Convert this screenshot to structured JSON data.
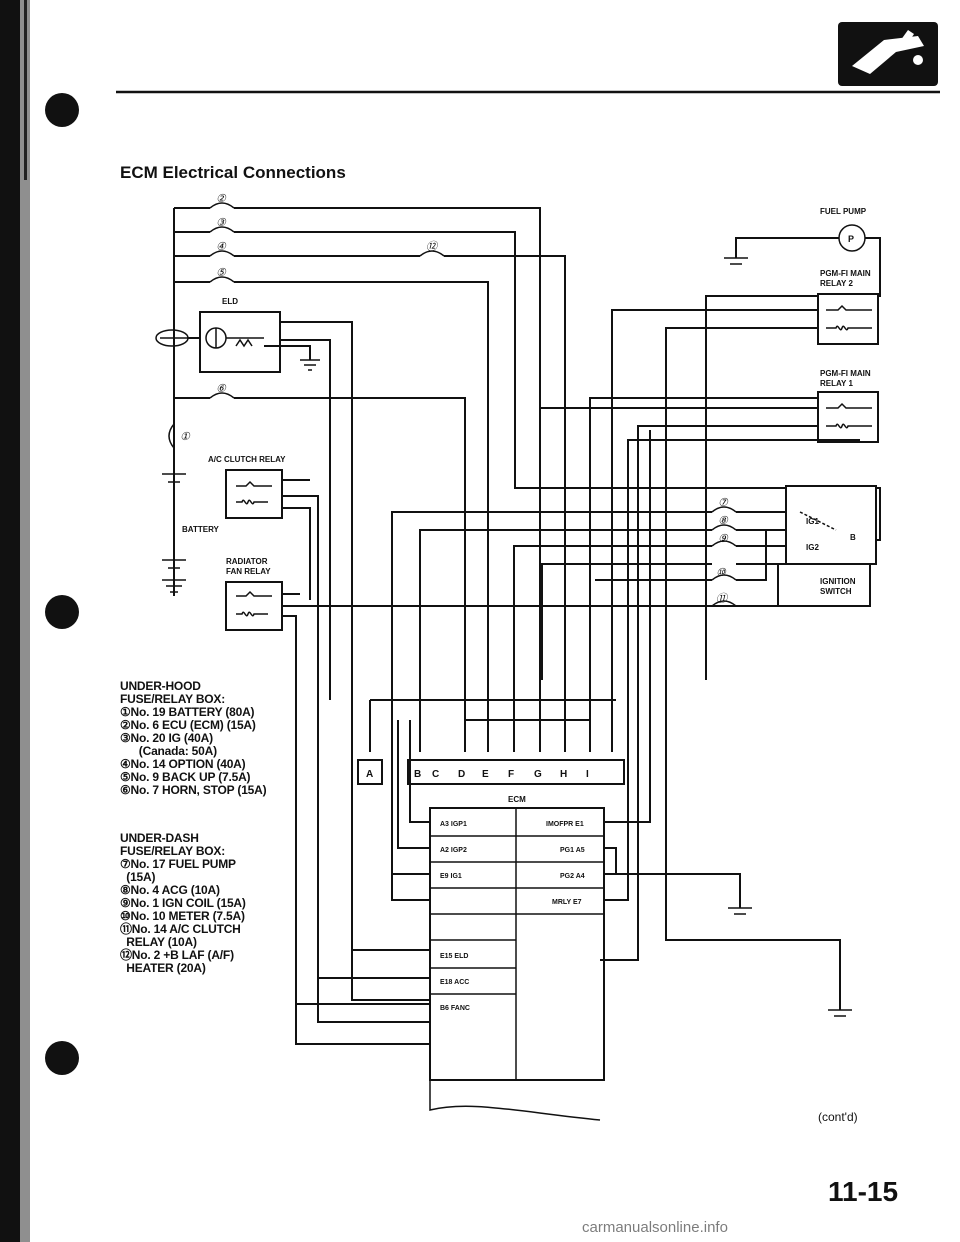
{
  "title": "ECM Electrical Connections",
  "page_number": "11-15",
  "contd": "(cont'd)",
  "watermark": "carmanualsonline.info",
  "components": {
    "fuel_pump": "FUEL PUMP",
    "fuel_pump_symbol": "P",
    "pgmfi_relay2": "PGM-FI MAIN RELAY 2",
    "pgmfi_relay1": "PGM-FI MAIN RELAY 1",
    "eld": "ELD",
    "ac_clutch_relay": "A/C CLUTCH RELAY",
    "battery": "BATTERY",
    "radiator_fan_relay": "RADIATOR FAN RELAY",
    "ignition_switch": "IGNITION SWITCH",
    "ig1": "IG1",
    "ig2": "IG2",
    "b": "B",
    "ecm": "ECM"
  },
  "fuse_markers": [
    "②",
    "③",
    "④",
    "⑤",
    "⑥",
    "①",
    "⑦",
    "⑧",
    "⑨",
    "⑩",
    "⑪",
    "⑫"
  ],
  "connectors": [
    "A",
    "B",
    "C",
    "D",
    "E",
    "F",
    "G",
    "H",
    "I"
  ],
  "ecm_pins_left": [
    "A3 IGP1",
    "A2 IGP2",
    "E9 IG1",
    "E15 ELD",
    "E18 ACC",
    "B6 FANC"
  ],
  "ecm_pins_right": [
    "IMOFPR E1",
    "PG1 A5",
    "PG2 A4",
    "MRLY E7"
  ],
  "under_hood_box": {
    "heading": [
      "UNDER-HOOD",
      "FUSE/RELAY BOX:"
    ],
    "items": [
      "①No. 19 BATTERY (80A)",
      "②No. 6 ECU (ECM) (15A)",
      "③No. 20 IG (40A)",
      "      (Canada: 50A)",
      "④No. 14 OPTION (40A)",
      "⑤No. 9 BACK UP (7.5A)",
      "⑥No. 7 HORN, STOP (15A)"
    ]
  },
  "under_dash_box": {
    "heading": [
      "UNDER-DASH",
      "FUSE/RELAY BOX:"
    ],
    "items": [
      "⑦No. 17 FUEL PUMP",
      "  (15A)",
      "⑧No. 4 ACG (10A)",
      "⑨No. 1 IGN COIL (15A)",
      "⑩No. 10 METER (7.5A)",
      "⑪No. 14 A/C CLUTCH",
      "  RELAY (10A)",
      "⑫No. 2 +B LAF (A/F)",
      "  HEATER (20A)"
    ]
  }
}
